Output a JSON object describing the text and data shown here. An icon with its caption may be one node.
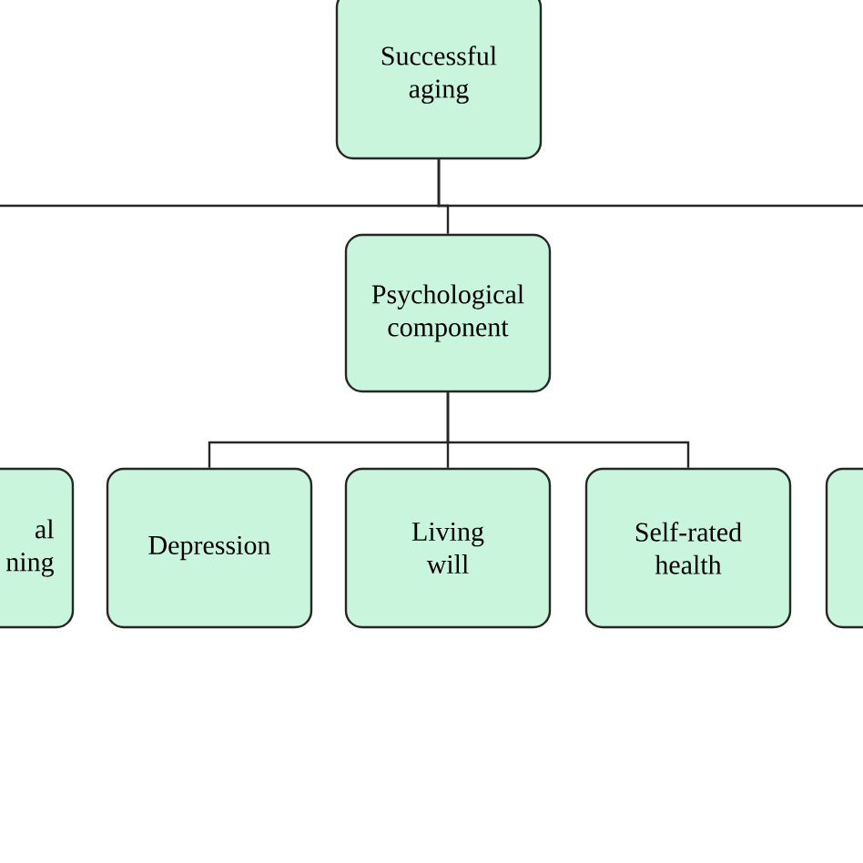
{
  "diagram": {
    "nodes": [
      {
        "text": [
          "Successful aging"
        ]
      },
      {
        "text": [
          "Psychological component"
        ]
      },
      {
        "text": [
          "al ning"
        ]
      },
      {
        "text": [
          "Depression"
        ]
      },
      {
        "text": [
          "Living will"
        ]
      },
      {
        "text": [
          "Self-rated health"
        ]
      },
      {
        "text": [],
        "shape": "box"
      }
    ],
    "edges": [
      {
        "from": 0,
        "to": 1,
        "arrow": "none"
      },
      {
        "from": 0,
        "to": null,
        "arrow": "none"
      },
      {
        "from": 0,
        "to": null,
        "arrow": "none"
      },
      {
        "from": 1,
        "to": 3,
        "arrow": "none"
      },
      {
        "from": 1,
        "to": 4,
        "arrow": "none"
      },
      {
        "from": 1,
        "to": 5,
        "arrow": "none"
      }
    ]
  }
}
